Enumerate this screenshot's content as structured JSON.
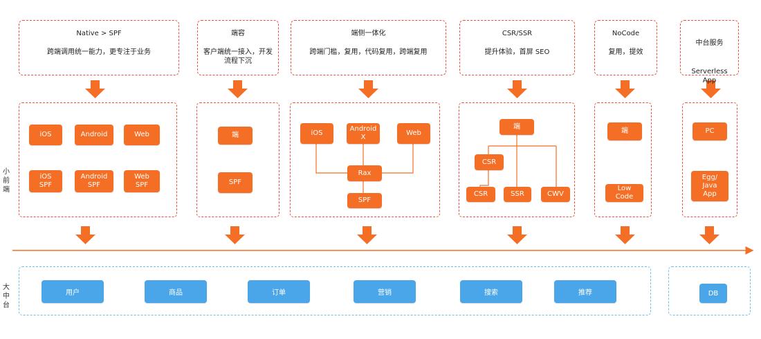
{
  "labels": {
    "middle": "小\n前\n端",
    "bottom": "大\n中\n台"
  },
  "columns": [
    {
      "title": "Native > SPF",
      "desc": "跨端调用统一能力，更专注于业务"
    },
    {
      "title": "端容",
      "desc": "客户端统一接入，开发流程下沉"
    },
    {
      "title": "端侧一体化",
      "desc": "跨端门槛，复用，代码复用，跨端复用"
    },
    {
      "title": "CSR/SSR",
      "desc": "提升体验，首屏 SEO"
    },
    {
      "title": "NoCode",
      "desc": "复用，提效"
    },
    {
      "title": "中台服务",
      "desc": "Serverless\nApp"
    }
  ],
  "col1": {
    "ios": "iOS",
    "android": "Android",
    "web": "Web",
    "ios_spf": "iOS\nSPF",
    "android_spf": "Android\nSPF",
    "web_spf": "Web\nSPF"
  },
  "col2": {
    "top": "端",
    "bottom": "SPF"
  },
  "col3": {
    "ios": "iOS",
    "android": "Android\nX",
    "web": "Web",
    "center": "Rax",
    "bottom": "SPF"
  },
  "col4": {
    "top": "端",
    "mid": "CSR",
    "csr": "CSR",
    "ssr": "SSR",
    "cwv": "CWV"
  },
  "col5": {
    "top": "端",
    "bottom": "Low\nCode"
  },
  "col6": {
    "top": "PC",
    "bottom": "Egg/\nJava\nApp"
  },
  "bottom_items": [
    "用户",
    "商品",
    "订单",
    "营销",
    "搜索",
    "推荐"
  ],
  "db": "DB",
  "colors": {
    "orange": "#f46f25",
    "dashed_orange": "#e8533a",
    "blue": "#4aa6e8",
    "dashed_blue": "#6cc0ea"
  }
}
